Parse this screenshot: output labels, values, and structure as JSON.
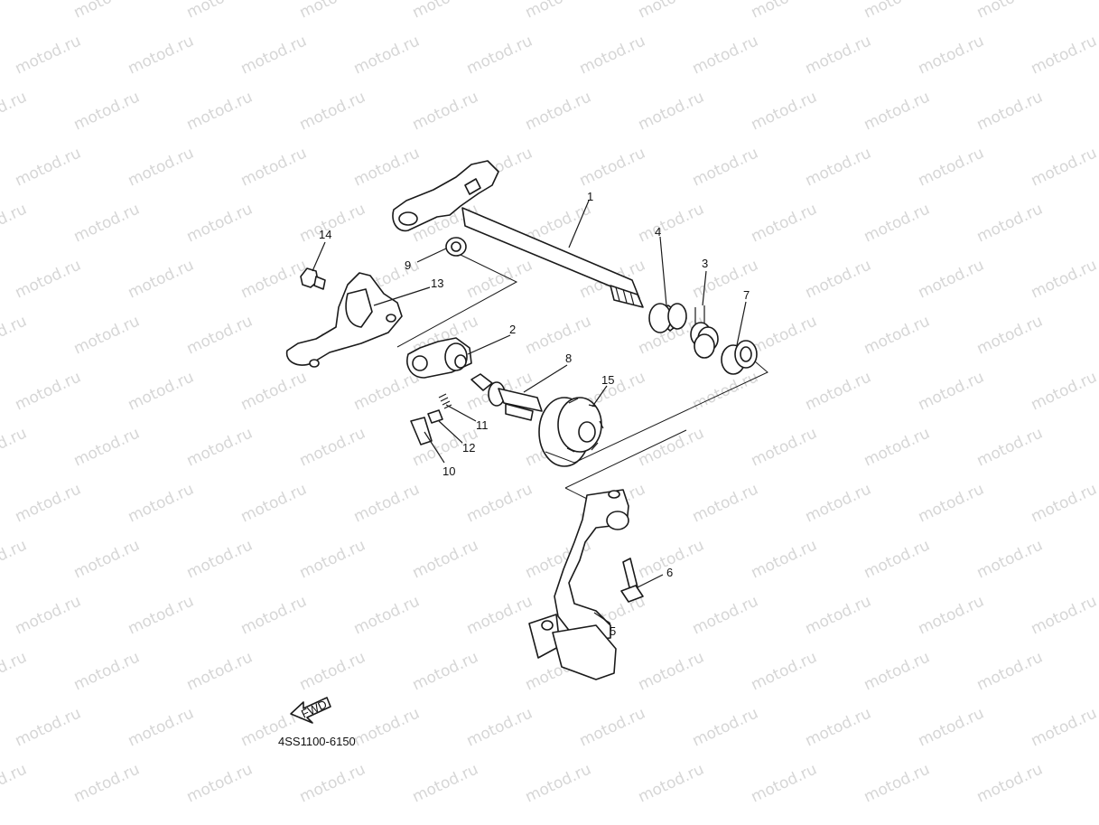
{
  "watermark": {
    "text": "motod.ru"
  },
  "diagram": {
    "fwd_text": "FWD",
    "drawing_code": "4SS1100-6150",
    "callouts": [
      {
        "num": "1"
      },
      {
        "num": "2"
      },
      {
        "num": "3"
      },
      {
        "num": "4"
      },
      {
        "num": "5"
      },
      {
        "num": "6"
      },
      {
        "num": "7"
      },
      {
        "num": "8"
      },
      {
        "num": "9"
      },
      {
        "num": "10"
      },
      {
        "num": "11"
      },
      {
        "num": "12"
      },
      {
        "num": "13"
      },
      {
        "num": "14"
      },
      {
        "num": "15"
      }
    ]
  }
}
